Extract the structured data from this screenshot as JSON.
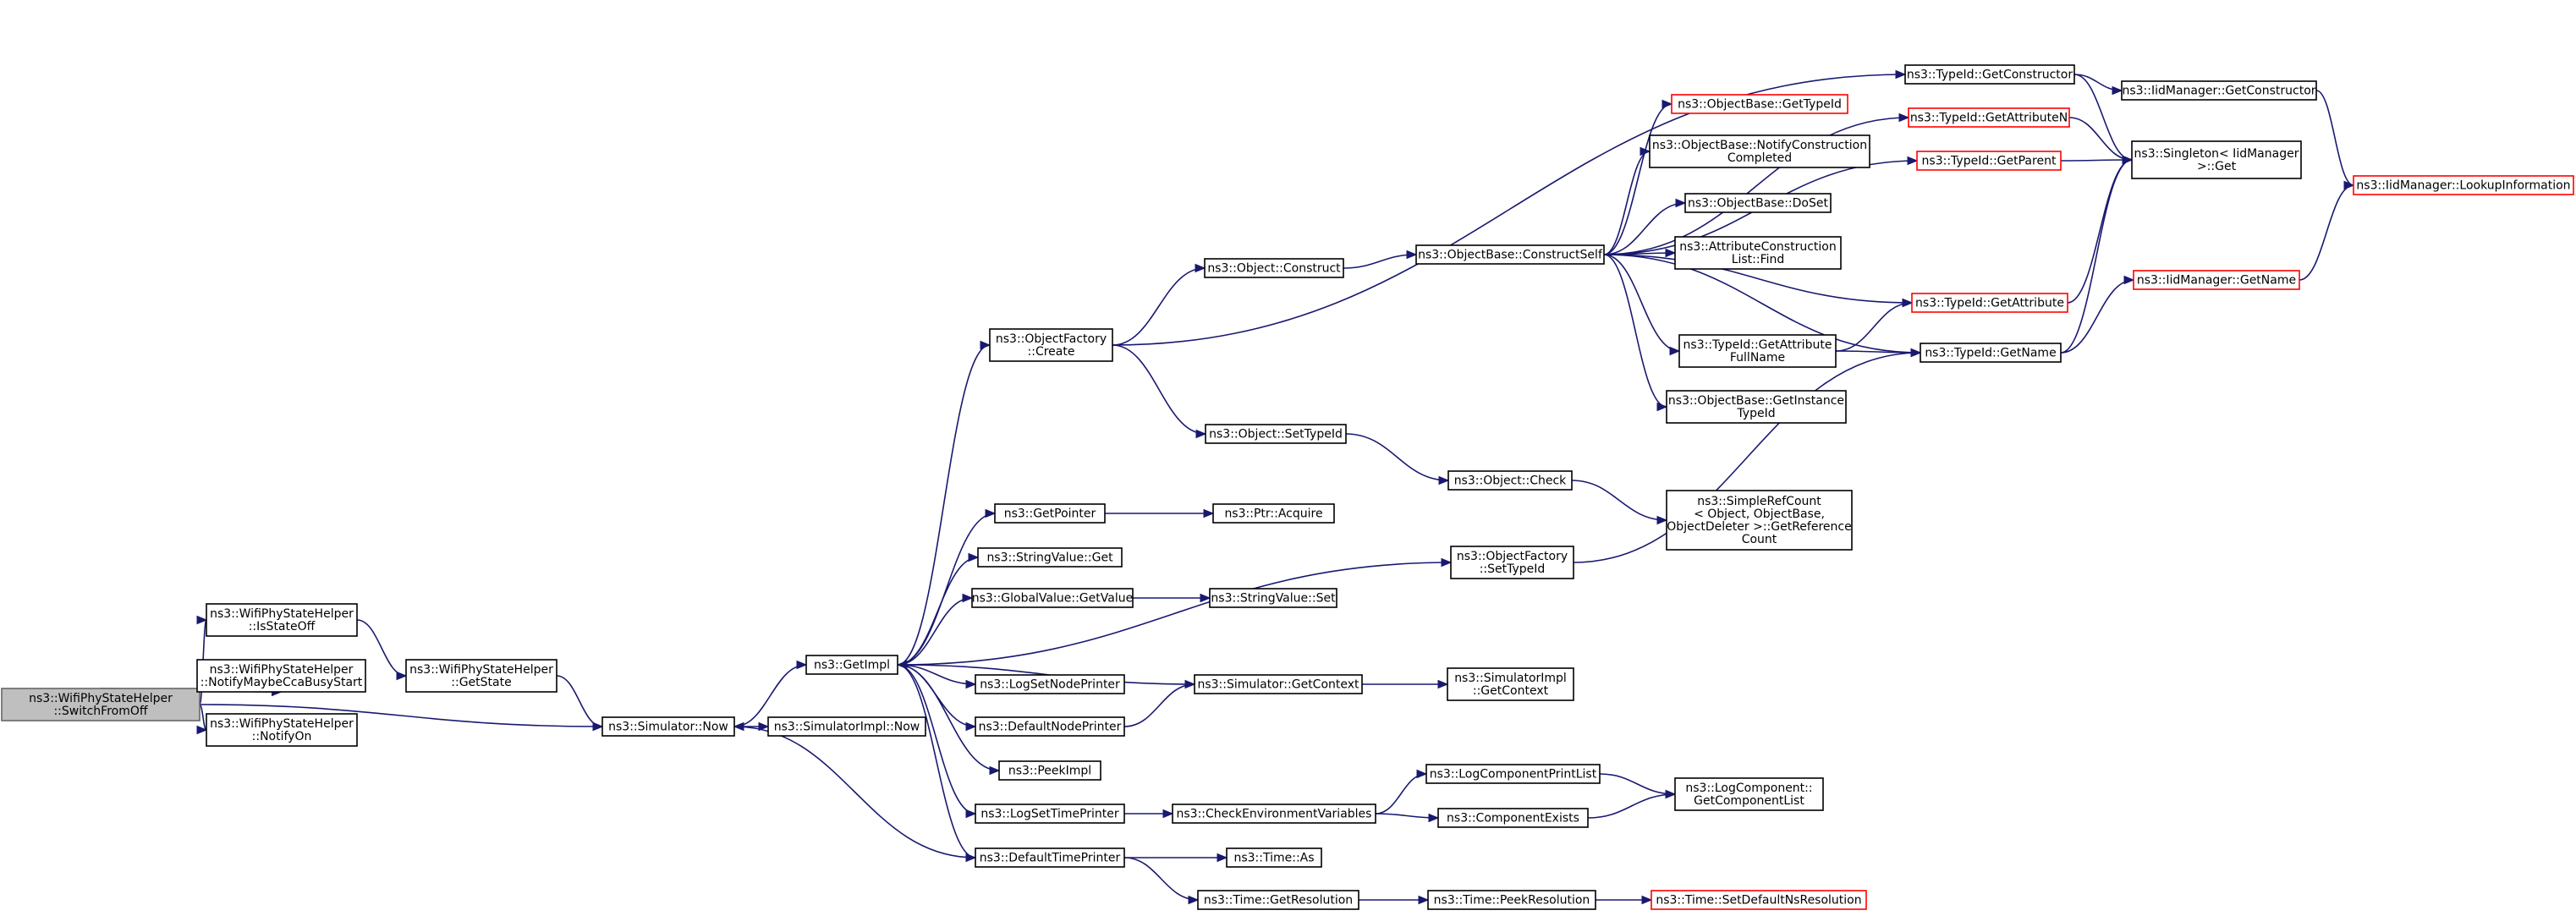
{
  "graph": {
    "nodes": [
      {
        "id": "root",
        "lines": [
          "ns3::WifiPhyStateHelper",
          "::SwitchFromOff"
        ],
        "style": "root"
      },
      {
        "id": "isStateOff",
        "lines": [
          "ns3::WifiPhyStateHelper",
          "::IsStateOff"
        ]
      },
      {
        "id": "notifyMaybeCca",
        "lines": [
          "ns3::WifiPhyStateHelper",
          "::NotifyMaybeCcaBusyStart"
        ]
      },
      {
        "id": "notifyOn",
        "lines": [
          "ns3::WifiPhyStateHelper",
          "::NotifyOn"
        ]
      },
      {
        "id": "getState",
        "lines": [
          "ns3::WifiPhyStateHelper",
          "::GetState"
        ]
      },
      {
        "id": "simNow",
        "lines": [
          "ns3::Simulator::Now"
        ]
      },
      {
        "id": "simImplNow",
        "lines": [
          "ns3::SimulatorImpl::Now"
        ]
      },
      {
        "id": "getImpl",
        "lines": [
          "ns3::GetImpl"
        ]
      },
      {
        "id": "ofCreate",
        "lines": [
          "ns3::ObjectFactory",
          "::Create"
        ]
      },
      {
        "id": "getPointer",
        "lines": [
          "ns3::GetPointer"
        ]
      },
      {
        "id": "ptrAcquire",
        "lines": [
          "ns3::Ptr::Acquire"
        ]
      },
      {
        "id": "stringValueGet",
        "lines": [
          "ns3::StringValue::Get"
        ]
      },
      {
        "id": "globalValueGetValue",
        "lines": [
          "ns3::GlobalValue::GetValue"
        ]
      },
      {
        "id": "stringValueSet",
        "lines": [
          "ns3::StringValue::Set"
        ]
      },
      {
        "id": "logSetNodePrinter",
        "lines": [
          "ns3::LogSetNodePrinter"
        ]
      },
      {
        "id": "defaultNodePrinter",
        "lines": [
          "ns3::DefaultNodePrinter"
        ]
      },
      {
        "id": "simGetContext",
        "lines": [
          "ns3::Simulator::GetContext"
        ]
      },
      {
        "id": "simImplGetContext",
        "lines": [
          "ns3::SimulatorImpl",
          "::GetContext"
        ]
      },
      {
        "id": "peekImpl",
        "lines": [
          "ns3::PeekImpl"
        ]
      },
      {
        "id": "logSetTimePrinter",
        "lines": [
          "ns3::LogSetTimePrinter"
        ]
      },
      {
        "id": "checkEnv",
        "lines": [
          "ns3::CheckEnvironmentVariables"
        ]
      },
      {
        "id": "logCompPrintList",
        "lines": [
          "ns3::LogComponentPrintList"
        ]
      },
      {
        "id": "componentExists",
        "lines": [
          "ns3::ComponentExists"
        ]
      },
      {
        "id": "logCompGetList",
        "lines": [
          "ns3::LogComponent::",
          "GetComponentList"
        ]
      },
      {
        "id": "defaultTimePrinter",
        "lines": [
          "ns3::DefaultTimePrinter"
        ]
      },
      {
        "id": "timeAs",
        "lines": [
          "ns3::Time::As"
        ]
      },
      {
        "id": "timeGetResolution",
        "lines": [
          "ns3::Time::GetResolution"
        ]
      },
      {
        "id": "timePeekResolution",
        "lines": [
          "ns3::Time::PeekResolution"
        ]
      },
      {
        "id": "timeSetDefaultNs",
        "lines": [
          "ns3::Time::SetDefaultNsResolution"
        ],
        "style": "red"
      },
      {
        "id": "objConstruct",
        "lines": [
          "ns3::Object::Construct"
        ]
      },
      {
        "id": "objSetTypeId",
        "lines": [
          "ns3::Object::SetTypeId"
        ]
      },
      {
        "id": "objCheck",
        "lines": [
          "ns3::Object::Check"
        ]
      },
      {
        "id": "simpleRefCount",
        "lines": [
          "ns3::SimpleRefCount",
          "< Object, ObjectBase,",
          "ObjectDeleter >::GetReference",
          "Count"
        ]
      },
      {
        "id": "ofSetTypeId",
        "lines": [
          "ns3::ObjectFactory",
          "::SetTypeId"
        ]
      },
      {
        "id": "constructSelf",
        "lines": [
          "ns3::ObjectBase::ConstructSelf"
        ]
      },
      {
        "id": "obGetTypeId",
        "lines": [
          "ns3::ObjectBase::GetTypeId"
        ],
        "style": "red"
      },
      {
        "id": "obNotifyConstruction",
        "lines": [
          "ns3::ObjectBase::NotifyConstruction",
          "Completed"
        ]
      },
      {
        "id": "obDoSet",
        "lines": [
          "ns3::ObjectBase::DoSet"
        ]
      },
      {
        "id": "attrConstructionFind",
        "lines": [
          "ns3::AttributeConstruction",
          "List::Find"
        ]
      },
      {
        "id": "tidGetAttrFullName",
        "lines": [
          "ns3::TypeId::GetAttribute",
          "FullName"
        ]
      },
      {
        "id": "obGetInstanceTypeId",
        "lines": [
          "ns3::ObjectBase::GetInstance",
          "TypeId"
        ]
      },
      {
        "id": "tidGetConstructor",
        "lines": [
          "ns3::TypeId::GetConstructor"
        ]
      },
      {
        "id": "tidGetAttributeN",
        "lines": [
          "ns3::TypeId::GetAttributeN"
        ],
        "style": "red"
      },
      {
        "id": "tidGetParent",
        "lines": [
          "ns3::TypeId::GetParent"
        ],
        "style": "red"
      },
      {
        "id": "tidGetAttribute",
        "lines": [
          "ns3::TypeId::GetAttribute"
        ],
        "style": "red"
      },
      {
        "id": "tidGetName",
        "lines": [
          "ns3::TypeId::GetName"
        ]
      },
      {
        "id": "iidGetConstructor",
        "lines": [
          "ns3::IidManager::GetConstructor"
        ]
      },
      {
        "id": "singletonGet",
        "lines": [
          "ns3::Singleton< IidManager",
          "  >::Get"
        ]
      },
      {
        "id": "iidGetName",
        "lines": [
          "ns3::IidManager::GetName"
        ],
        "style": "red"
      },
      {
        "id": "iidLookup",
        "lines": [
          "ns3::IidManager::LookupInformation"
        ],
        "style": "red"
      }
    ],
    "edges": [
      [
        "root",
        "isStateOff"
      ],
      [
        "root",
        "notifyMaybeCca"
      ],
      [
        "root",
        "notifyOn"
      ],
      [
        "root",
        "simNow"
      ],
      [
        "isStateOff",
        "getState"
      ],
      [
        "getState",
        "simNow"
      ],
      [
        "simNow",
        "getImpl"
      ],
      [
        "simNow",
        "simImplNow"
      ],
      [
        "getImpl",
        "ofCreate"
      ],
      [
        "getImpl",
        "getPointer"
      ],
      [
        "getImpl",
        "stringValueGet"
      ],
      [
        "getImpl",
        "globalValueGetValue"
      ],
      [
        "getImpl",
        "logSetNodePrinter"
      ],
      [
        "getImpl",
        "defaultNodePrinter"
      ],
      [
        "getImpl",
        "peekImpl"
      ],
      [
        "getImpl",
        "logSetTimePrinter"
      ],
      [
        "getImpl",
        "defaultTimePrinter"
      ],
      [
        "getImpl",
        "ofSetTypeId"
      ],
      [
        "getPointer",
        "ptrAcquire"
      ],
      [
        "globalValueGetValue",
        "stringValueSet"
      ],
      [
        "simGetContext",
        "getImpl"
      ],
      [
        "defaultNodePrinter",
        "simGetContext"
      ],
      [
        "simGetContext",
        "simImplGetContext"
      ],
      [
        "logSetTimePrinter",
        "checkEnv"
      ],
      [
        "checkEnv",
        "logCompPrintList"
      ],
      [
        "checkEnv",
        "componentExists"
      ],
      [
        "logCompPrintList",
        "logCompGetList"
      ],
      [
        "componentExists",
        "logCompGetList"
      ],
      [
        "defaultTimePrinter",
        "simNow"
      ],
      [
        "defaultTimePrinter",
        "timeAs"
      ],
      [
        "defaultTimePrinter",
        "timeGetResolution"
      ],
      [
        "timeGetResolution",
        "timePeekResolution"
      ],
      [
        "timePeekResolution",
        "timeSetDefaultNs"
      ],
      [
        "ofCreate",
        "objConstruct"
      ],
      [
        "ofCreate",
        "objSetTypeId"
      ],
      [
        "ofCreate",
        "tidGetConstructor"
      ],
      [
        "objConstruct",
        "constructSelf"
      ],
      [
        "objSetTypeId",
        "objCheck"
      ],
      [
        "objCheck",
        "simpleRefCount"
      ],
      [
        "ofSetTypeId",
        "tidGetName"
      ],
      [
        "constructSelf",
        "obGetTypeId"
      ],
      [
        "constructSelf",
        "obNotifyConstruction"
      ],
      [
        "constructSelf",
        "obDoSet"
      ],
      [
        "constructSelf",
        "attrConstructionFind"
      ],
      [
        "constructSelf",
        "tidGetAttrFullName"
      ],
      [
        "constructSelf",
        "obGetInstanceTypeId"
      ],
      [
        "constructSelf",
        "tidGetAttributeN"
      ],
      [
        "constructSelf",
        "tidGetParent"
      ],
      [
        "constructSelf",
        "tidGetAttribute"
      ],
      [
        "constructSelf",
        "tidGetName"
      ],
      [
        "tidGetAttrFullName",
        "tidGetAttribute"
      ],
      [
        "tidGetAttrFullName",
        "tidGetName"
      ],
      [
        "tidGetConstructor",
        "iidGetConstructor"
      ],
      [
        "tidGetConstructor",
        "singletonGet"
      ],
      [
        "tidGetAttributeN",
        "singletonGet"
      ],
      [
        "tidGetParent",
        "singletonGet"
      ],
      [
        "tidGetAttribute",
        "singletonGet"
      ],
      [
        "tidGetName",
        "singletonGet"
      ],
      [
        "tidGetName",
        "iidGetName"
      ],
      [
        "iidGetConstructor",
        "iidLookup"
      ],
      [
        "iidGetName",
        "iidLookup"
      ]
    ]
  }
}
